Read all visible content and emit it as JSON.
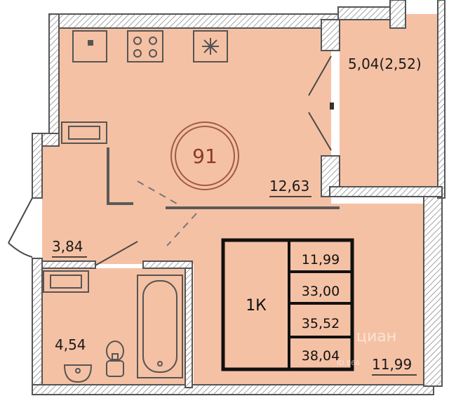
{
  "colors": {
    "floor": "#f5c1a4",
    "wall": "#6d6d6d",
    "hatch": "#9a9a9a",
    "ink": "#1a1a1a",
    "badge": "#a05a4a"
  },
  "plan": {
    "apartment_number": "91",
    "rooms": {
      "living_area": "12,63",
      "balcony_area": "5,04(2,52)",
      "hall_area": "3,84",
      "bathroom_area": "4,54",
      "room_area": "11,99"
    },
    "summary_table": {
      "type_code": "1К",
      "values": [
        "11,99",
        "33,00",
        "35,52",
        "38,04"
      ]
    },
    "icons": [
      "sink-icon",
      "stove-icon",
      "fan-icon",
      "radiator-icon",
      "bathtub-icon",
      "toilet-icon",
      "washbasin-icon"
    ]
  },
  "watermark": {
    "brand": "циан",
    "code": "ID 866"
  }
}
